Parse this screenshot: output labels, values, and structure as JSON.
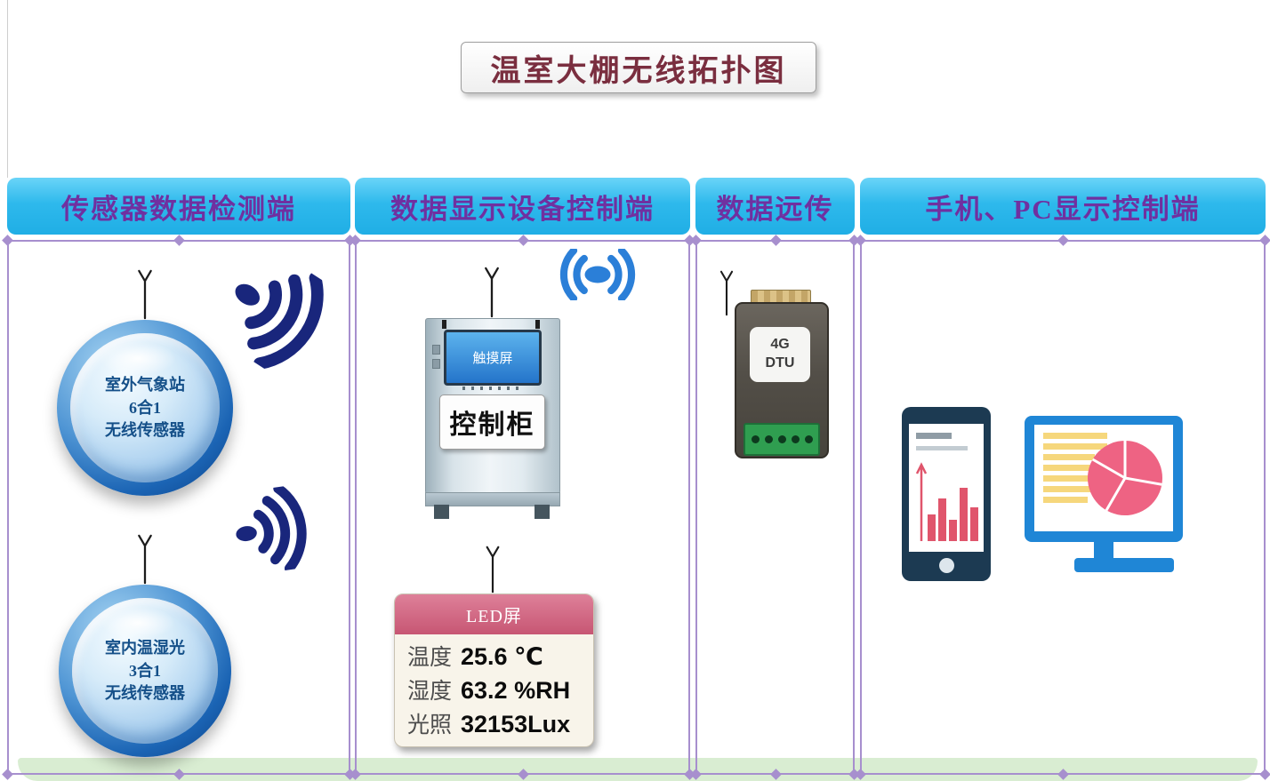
{
  "title": "温室大棚无线拓扑图",
  "columns": [
    {
      "header": "传感器数据检测端"
    },
    {
      "header": "数据显示设备控制端"
    },
    {
      "header": "数据远传"
    },
    {
      "header": "手机、PC显示控制端"
    }
  ],
  "sensors": {
    "outdoor": {
      "lines": [
        "室外气象站",
        "6合1",
        "无线传感器"
      ]
    },
    "indoor": {
      "lines": [
        "室内温湿光",
        "3合1",
        "无线传感器"
      ]
    }
  },
  "cabinet": {
    "screen": "触摸屏",
    "label": "控制柜"
  },
  "led": {
    "title": "LED屏",
    "rows": [
      {
        "label": "温度",
        "value": "25.6 ℃"
      },
      {
        "label": "湿度",
        "value": "63.2 %RH"
      },
      {
        "label": "光照",
        "value": "32153Lux"
      }
    ]
  },
  "dtu": {
    "line1": "4G",
    "line2": "DTU"
  },
  "colors": {
    "header_bg": "#2cb7ea",
    "header_text": "#7030a0",
    "title_text": "#7a2e3f",
    "frame_purple": "#a78fce",
    "signal_navy": "#19267c",
    "wifi_blue": "#2b7fd8",
    "led_header_pink": "#cf5f7d",
    "chart_pink": "#e0556c",
    "monitor_blue": "#1f86d6",
    "dtu_green": "#2f9e50"
  }
}
